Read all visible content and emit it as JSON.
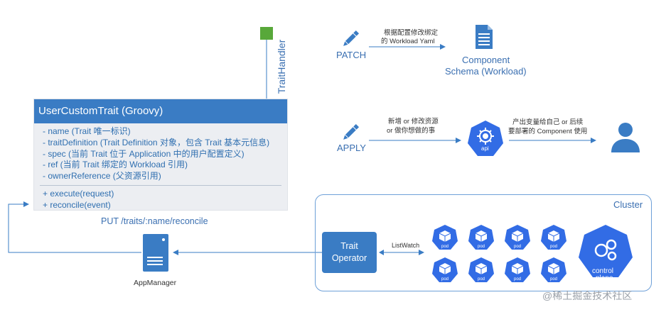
{
  "handler_label": "TraitHandler",
  "trait": {
    "title": "UserCustomTrait (Groovy)",
    "fields": [
      "- name (Trait 唯一标识)",
      "- traitDefinition (Trait Definition 对象，包含 Trait 基本元信息)",
      "- spec (当前 Trait 位于 Application 中的用户配置定义)",
      "- ref (当前 Trait 绑定的 Workload 引用)",
      "- ownerReference (父资源引用)"
    ],
    "methods": [
      "+ execute(request)",
      "+ reconcile(event)"
    ]
  },
  "reconcile_path": "PUT /traits/:name/reconcile",
  "app_manager_label": "AppManager",
  "patch": {
    "label": "PATCH",
    "note_line1": "根据配置修改绑定",
    "note_line2": "的 Workload Yaml",
    "target_line1": "Component",
    "target_line2": "Schema (Workload)"
  },
  "apply": {
    "label": "APPLY",
    "note_line1": "新增 or 修改资源",
    "note_line2": "or 做你想做的事",
    "api_label": "api",
    "out_line1": "产出变量给自己 or 后续",
    "out_line2": "要部署的 Component 使用"
  },
  "cluster": {
    "label": "Cluster",
    "operator_line1": "Trait",
    "operator_line2": "Operator",
    "listwatch_label": "ListWatch",
    "pod_label": "pod",
    "control_plane_line1": "control",
    "control_plane_line2": "plane"
  },
  "watermark": "@稀土掘金技术社区",
  "colors": {
    "primary_blue": "#3a7cc4",
    "k8s_blue": "#326ce5",
    "handler_green": "#58a83a",
    "panel_gray": "#eceef2"
  }
}
